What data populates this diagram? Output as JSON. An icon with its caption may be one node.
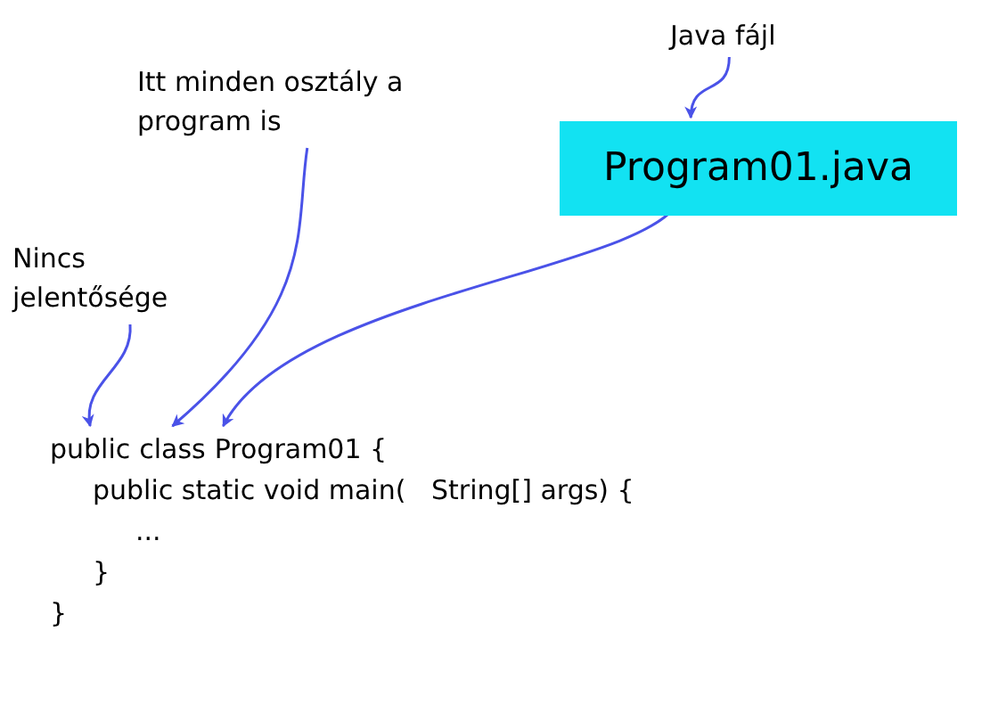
{
  "diagram": {
    "nodes": [
      {
        "text": [
          "Java fájl"
        ]
      },
      {
        "text": [
          "Program01.java"
        ]
      },
      {
        "text": [
          "Itt minden osztály a program is"
        ]
      },
      {
        "text": [
          "Nincs jelentősége"
        ]
      },
      {
        "text": [
          "public"
        ]
      },
      {
        "text": [
          "class"
        ]
      },
      {
        "text": [
          "Program01 {"
        ]
      }
    ],
    "edges": [
      {
        "from": 0,
        "to": 1,
        "arrow": "to"
      },
      {
        "from": 1,
        "to": 6,
        "arrow": "to"
      },
      {
        "from": 2,
        "to": 5,
        "arrow": "to"
      },
      {
        "from": 3,
        "to": 4,
        "arrow": "to"
      }
    ],
    "labels": [
      "public static void main(   String[] args) {",
      "...",
      "}",
      "}"
    ]
  }
}
